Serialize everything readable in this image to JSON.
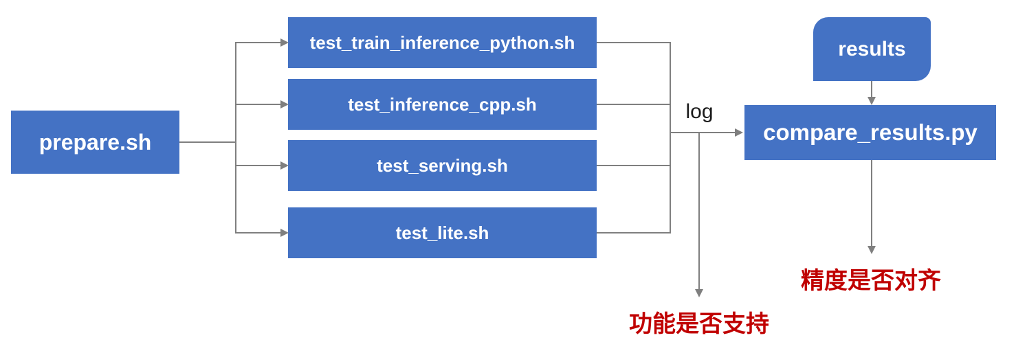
{
  "diagram": {
    "prepare": {
      "label": "prepare.sh"
    },
    "tests": [
      {
        "label": "test_train_inference_python.sh"
      },
      {
        "label": "test_inference_cpp.sh"
      },
      {
        "label": "test_serving.sh"
      },
      {
        "label": "test_lite.sh"
      }
    ],
    "compare": {
      "label": "compare_results.py"
    },
    "results": {
      "label": "results"
    },
    "log_label": "log",
    "outcome_function": "功能是否支持",
    "outcome_precision": "精度是否对齐"
  },
  "colors": {
    "node_fill": "#4472C4",
    "node_text": "#ffffff",
    "connector": "#7f7f7f",
    "log_text": "#1a1a1a",
    "outcome_text": "#c00000",
    "background": "#ffffff"
  }
}
